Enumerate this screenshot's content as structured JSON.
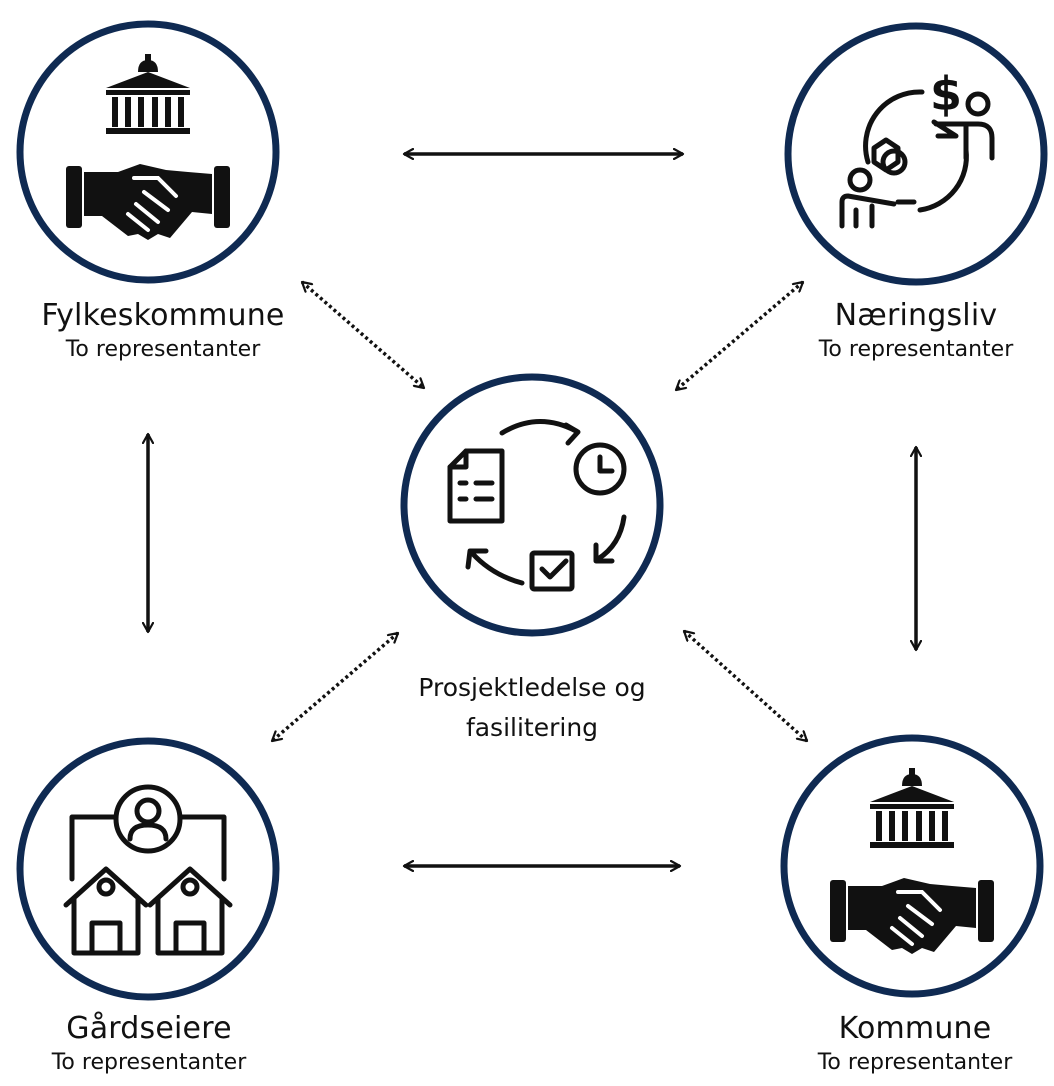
{
  "nodes": {
    "fylkeskommune": {
      "name": "Fylkeskommune",
      "sub": "To representanter",
      "icon": "government-handshake-icon"
    },
    "naeringsliv": {
      "name": "Næringsliv",
      "sub": "To representanter",
      "icon": "business-exchange-icon"
    },
    "gardseiere": {
      "name": "Gårdseiere",
      "sub": "To representanter",
      "icon": "property-owner-houses-icon"
    },
    "kommune": {
      "name": "Kommune",
      "sub": "To representanter",
      "icon": "government-handshake-icon"
    },
    "center": {
      "line1": "Prosjektledelse og",
      "line2": "fasilitering",
      "icon": "process-cycle-icon"
    }
  },
  "colors": {
    "circle_border": "#0f2a52",
    "stroke": "#111111"
  }
}
